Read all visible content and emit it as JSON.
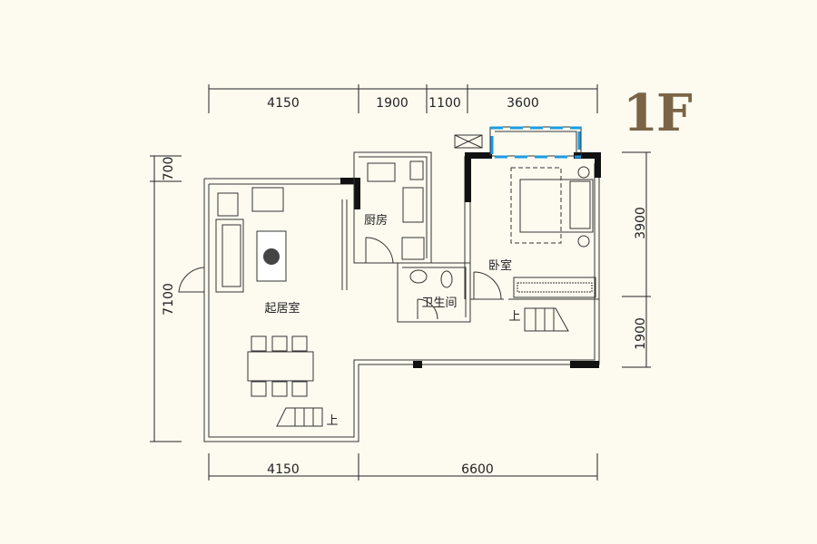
{
  "floor_label": "1F",
  "dimensions": {
    "top": [
      "4150",
      "1900",
      "1100",
      "3600"
    ],
    "bottom": [
      "4150",
      "6600"
    ],
    "left": [
      "700",
      "7100"
    ],
    "right": [
      "3900",
      "1900"
    ]
  },
  "rooms": {
    "living": "起居室",
    "kitchen": "厨房",
    "bathroom": "卫生间",
    "bedroom": "卧室"
  },
  "stairs_up_label": "上",
  "colors": {
    "window": "#1a9be0",
    "title": "#7b6445",
    "background": "#fdfbf0"
  }
}
